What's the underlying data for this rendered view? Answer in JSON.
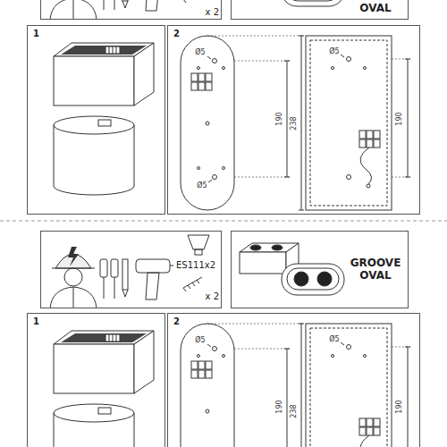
{
  "diagram": {
    "nodes": [
      {
        "text": [
          "x 2"
        ]
      },
      {
        "text": [
          "OVAL"
        ]
      },
      {
        "text": [
          "1"
        ]
      },
      {
        "text": [
          "2"
        ]
      },
      {
        "text": [
          "ES111x2",
          "x 2"
        ]
      },
      {
        "text": [
          "GROOVE OVAL"
        ]
      },
      {
        "text": [
          "1"
        ]
      },
      {
        "text": [
          "2"
        ]
      }
    ],
    "labels": [
      "Ø5",
      "Ø5",
      "190",
      "238",
      "190",
      "Ø5",
      "Ø5",
      "Ø5",
      "190",
      "238",
      "190"
    ]
  }
}
